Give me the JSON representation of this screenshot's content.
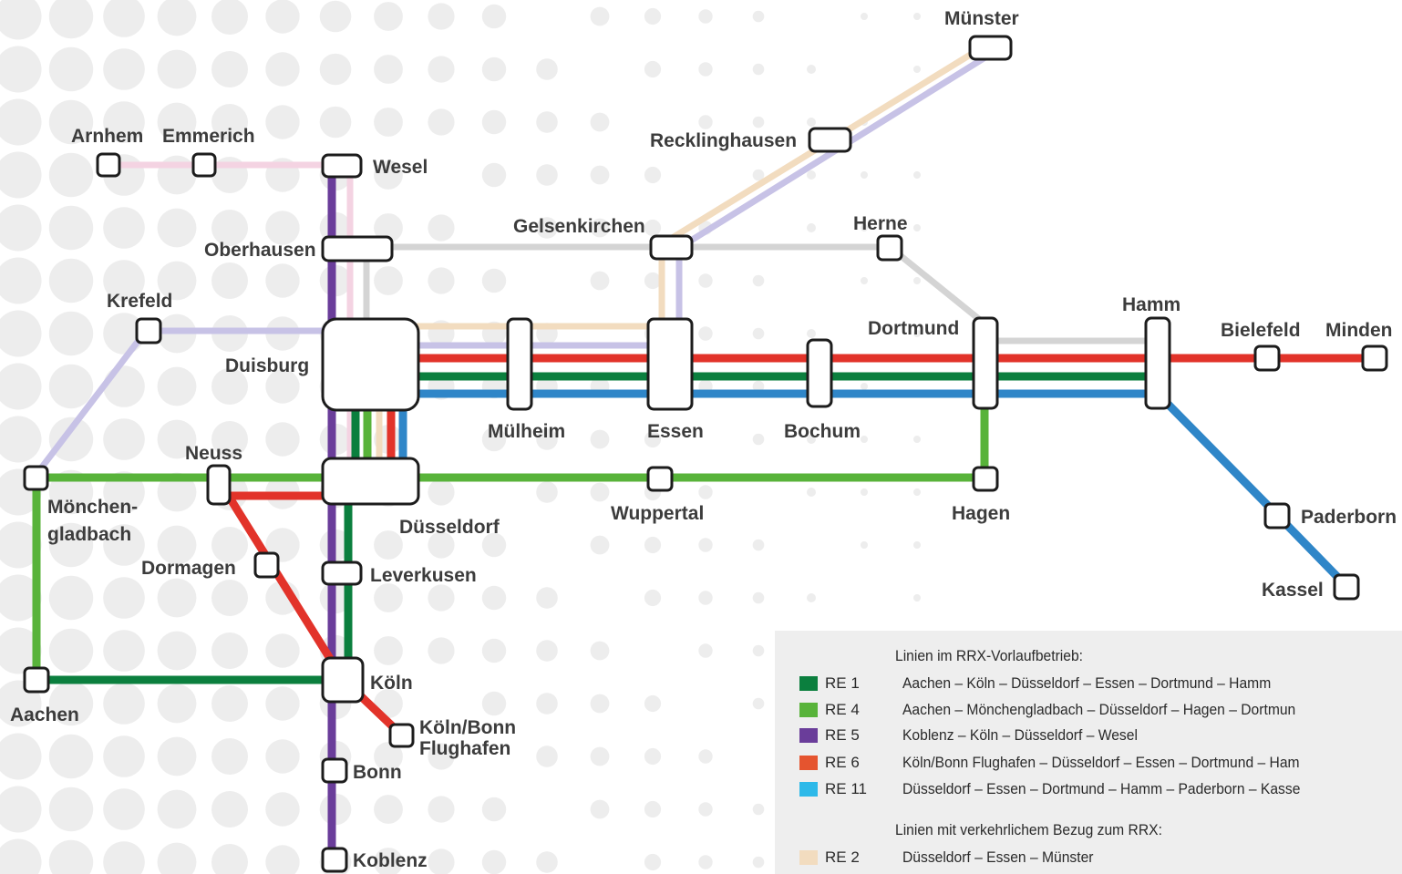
{
  "colors": {
    "RE1": "#0b7f3e",
    "RE4": "#58b33a",
    "RE5": "#6a3d9a",
    "RE6": "#e2332a",
    "RE11": "#2f86c8",
    "RE2": "#f2dcbf",
    "lavender": "#c7c2e6",
    "pink": "#f4d3e2",
    "grey": "#d4d4d4",
    "dots": "#ededed"
  },
  "stations": {
    "muenster": "Münster",
    "recklinghausen": "Recklinghausen",
    "arnhem": "Arnhem",
    "emmerich": "Emmerich",
    "wesel": "Wesel",
    "oberhausen": "Oberhausen",
    "gelsenkirchen": "Gelsenkirchen",
    "herne": "Herne",
    "krefeld": "Krefeld",
    "duisburg": "Duisburg",
    "muelheim": "Mülheim",
    "essen": "Essen",
    "bochum": "Bochum",
    "dortmund": "Dortmund",
    "hamm": "Hamm",
    "bielefeld": "Bielefeld",
    "minden": "Minden",
    "neuss": "Neuss",
    "moenchengladbach_1": "Mönchen-",
    "moenchengladbach_2": "gladbach",
    "duesseldorf": "Düsseldorf",
    "wuppertal": "Wuppertal",
    "hagen": "Hagen",
    "paderborn": "Paderborn",
    "kassel": "Kassel",
    "dormagen": "Dormagen",
    "leverkusen": "Leverkusen",
    "aachen": "Aachen",
    "koeln": "Köln",
    "koelnbonn_1": "Köln/Bonn",
    "koelnbonn_2": "Flughafen",
    "bonn": "Bonn",
    "koblenz": "Koblenz"
  },
  "legend": {
    "heading_main": "Linien im RRX-Vorlaufbetrieb:",
    "heading_related": "Linien mit verkehrlichem Bezug zum RRX:",
    "lines": [
      {
        "code": "RE 1",
        "route": "Aachen – Köln – Düsseldorf – Essen – Dortmund – Hamm",
        "color": "#0b7f3e"
      },
      {
        "code": "RE 4",
        "route": "Aachen – Mönchengladbach – Düsseldorf – Hagen – Dortmun",
        "color": "#58b33a"
      },
      {
        "code": "RE 5",
        "route": "Koblenz – Köln – Düsseldorf – Wesel",
        "color": "#6a3d9a"
      },
      {
        "code": "RE 6",
        "route": "Köln/Bonn Flughafen – Düsseldorf – Essen – Dortmund – Ham",
        "color": "#e5542f"
      },
      {
        "code": "RE 11",
        "route": "Düsseldorf – Essen – Dortmund – Hamm – Paderborn – Kasse",
        "color": "#2db9e9"
      }
    ],
    "related": [
      {
        "code": "RE 2",
        "route": "Düsseldorf – Essen – Münster",
        "color": "#f2dcbf"
      }
    ]
  }
}
